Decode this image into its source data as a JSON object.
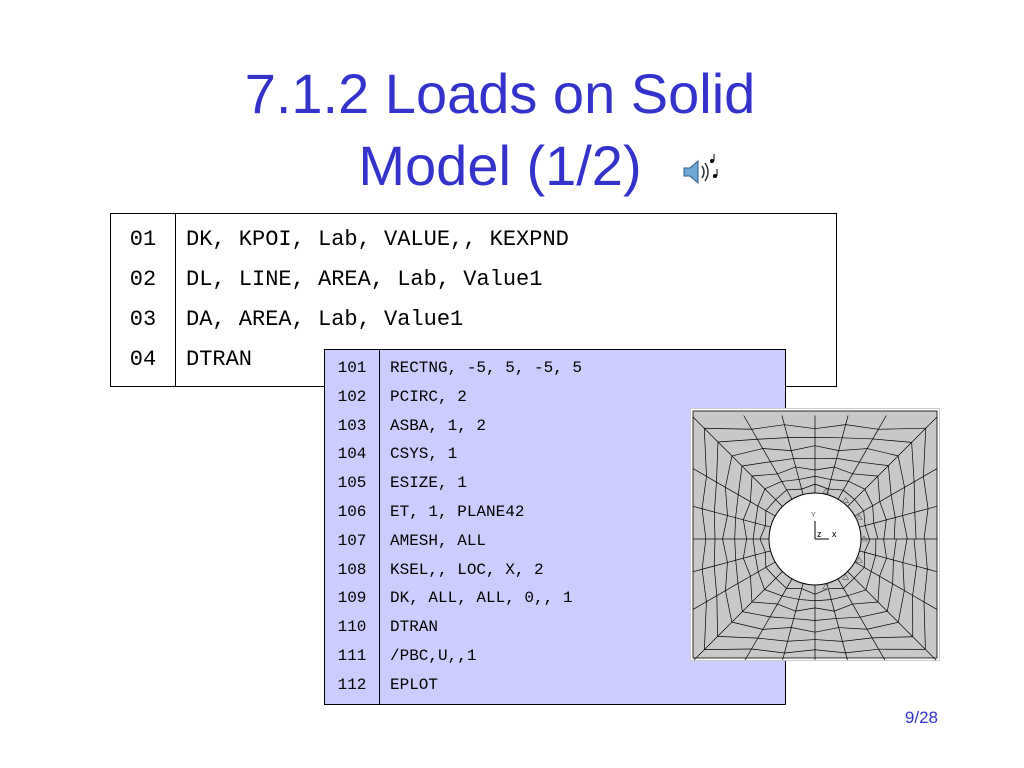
{
  "slide": {
    "title_line1": "7.1.2  Loads on Solid",
    "title_line2": "Model (1/2)",
    "page_number": "9/28"
  },
  "table1": {
    "lines": [
      {
        "num": "01",
        "code": "DK, KPOI, Lab, VALUE,, KEXPND"
      },
      {
        "num": "02",
        "code": "DL, LINE, AREA, Lab, Value1"
      },
      {
        "num": "03",
        "code": "DA, AREA, Lab, Value1"
      },
      {
        "num": "04",
        "code": "DTRAN"
      }
    ]
  },
  "table2": {
    "lines": [
      {
        "num": "101",
        "code": "RECTNG, -5, 5, -5, 5"
      },
      {
        "num": "102",
        "code": "PCIRC, 2"
      },
      {
        "num": "103",
        "code": "ASBA, 1, 2"
      },
      {
        "num": "104",
        "code": "CSYS, 1"
      },
      {
        "num": "105",
        "code": "ESIZE, 1"
      },
      {
        "num": "106",
        "code": "ET, 1, PLANE42"
      },
      {
        "num": "107",
        "code": "AMESH, ALL"
      },
      {
        "num": "108",
        "code": "KSEL,, LOC, X, 2"
      },
      {
        "num": "109",
        "code": "DK, ALL, ALL, 0,, 1"
      },
      {
        "num": "110",
        "code": "DTRAN"
      },
      {
        "num": "111",
        "code": "/PBC,U,,1"
      },
      {
        "num": "112",
        "code": "EPLOT"
      }
    ]
  },
  "mesh_image": {
    "axis_label_z": "z",
    "axis_label_x": "x",
    "axis_label_y": "Y"
  },
  "icons": {
    "audio": "speaker-icon"
  },
  "colors": {
    "title": "#3333cc",
    "table2_bg": "#ccccff",
    "mesh_fill": "#c8c8c8"
  }
}
